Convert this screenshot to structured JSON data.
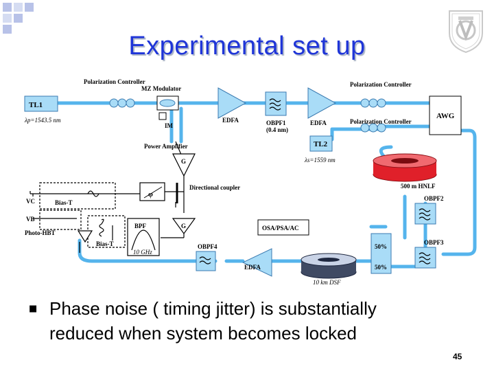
{
  "slide": {
    "title": "Experimental set up",
    "page_number": "45"
  },
  "diagram": {
    "tl1": "TL1",
    "lambda_p": "λp=1543.5 nm",
    "polarization_controller_top": "Polarization Controller",
    "mz_modulator": "MZ Modulator",
    "im": "IM",
    "edfa1": "EDFA",
    "obpf1": "OBPF1",
    "obpf1_bw": "(0.4 nm)",
    "edfa2": "EDFA",
    "polarization_controller_right1": "Polarization Controller",
    "polarization_controller_right2": "Polarization Controller",
    "awg": "AWG",
    "tl2": "TL2",
    "lambda_s": "λs=1559 nm",
    "hnlf": "500 m HNLF",
    "power_amplifier": "Power Amplifier",
    "g1": "G",
    "g2": "G",
    "phi": "φ",
    "directional_coupler": "Directional coupler",
    "vc": "VC",
    "vb": "VB",
    "bias_t1": "Bias-T",
    "bias_t2": "Bias-T",
    "photo_hbt": "Photo-HBT",
    "bpf": "BPF",
    "bpf_freq": "10 GHz",
    "osa": "OSA/PSA/AC",
    "obpf2": "OBPF2",
    "obpf3": "OBPF3",
    "obpf4": "OBPF4",
    "edfa3": "EDFA",
    "dsf": "10 km DSF",
    "split1": "50%",
    "split2": "50%"
  },
  "bullets": {
    "line1": "Phase noise ( timing jitter) is substantially",
    "line2": "reduced when system becomes locked"
  },
  "colors": {
    "title": "#1f35d8",
    "fiber": "#55b4ec",
    "component_fill": "#a9dcf7",
    "hnlf_red": "#e0202a",
    "squares": "#b8c2e8"
  }
}
